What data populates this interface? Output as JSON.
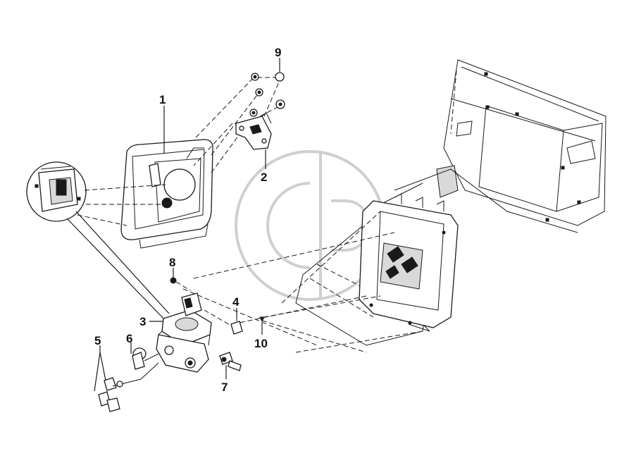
{
  "callouts": {
    "c1": "1",
    "c2": "2",
    "c3": "3",
    "c4": "4",
    "c5": "5",
    "c6": "6",
    "c7": "7",
    "c8": "8",
    "c9": "9",
    "c10": "10"
  },
  "colors": {
    "line": "#1a1a1a",
    "watermark": "#cfcfcf",
    "background": "#ffffff"
  },
  "watermark_icon": "gp-logo-icon"
}
